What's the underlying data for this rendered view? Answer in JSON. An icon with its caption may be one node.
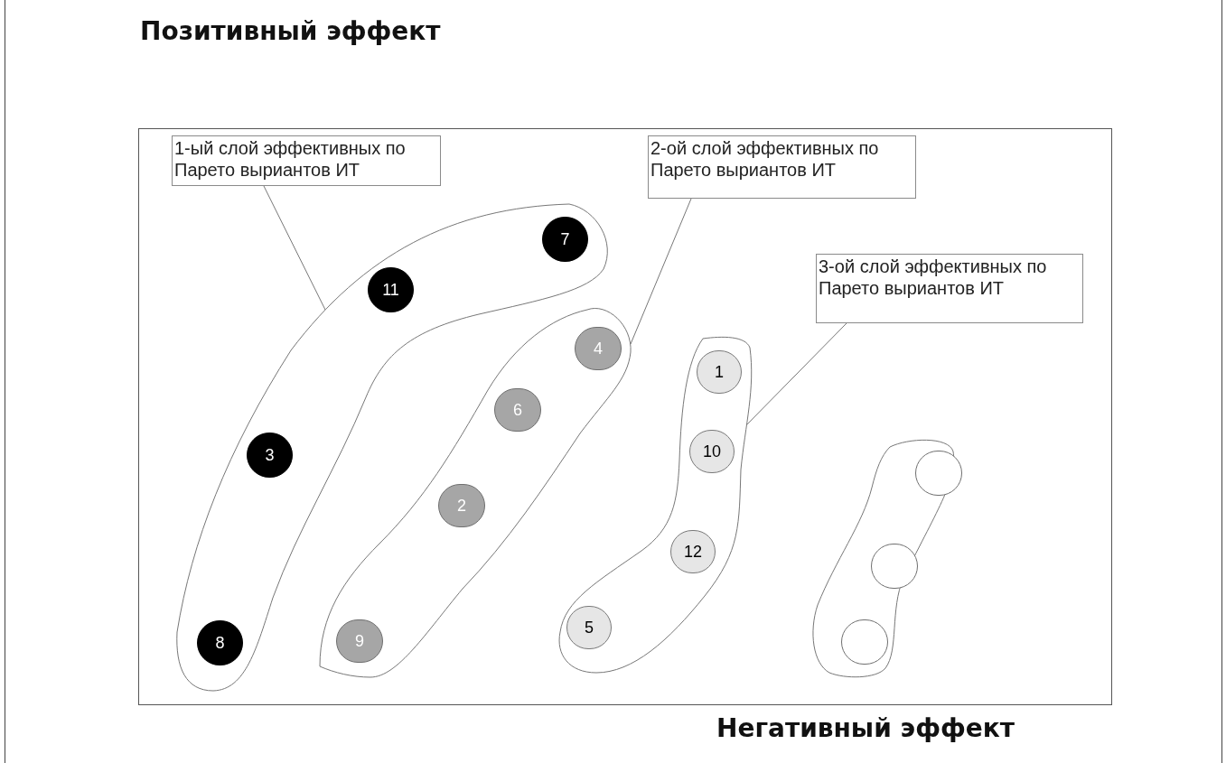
{
  "diagram": {
    "title": "Позитивный эффект",
    "nodes": [
      {
        "text": [
          "1-ый слой эффективных по Парето выриантов ИТ"
        ]
      },
      {
        "text": [
          "2-ой слой эффективных по Парето выриантов ИТ"
        ]
      },
      {
        "text": [
          "3-ой слой эффективных по Парето выриантов ИТ"
        ]
      },
      {
        "text": [],
        "shape": "blob"
      },
      {
        "text": [],
        "shape": "blob"
      },
      {
        "text": [],
        "shape": "blob"
      },
      {
        "text": [],
        "shape": "blob"
      },
      {
        "text": [
          "7"
        ],
        "in": 3
      },
      {
        "text": [
          "11"
        ],
        "in": 3
      },
      {
        "text": [
          "3"
        ],
        "in": 3
      },
      {
        "text": [
          "8"
        ],
        "in": 3
      },
      {
        "text": [
          "4"
        ],
        "in": 4
      },
      {
        "text": [
          "6"
        ],
        "in": 4
      },
      {
        "text": [
          "2"
        ],
        "in": 4
      },
      {
        "text": [
          "9"
        ],
        "in": 4
      },
      {
        "text": [
          "1"
        ],
        "in": 5
      },
      {
        "text": [
          "10"
        ],
        "in": 5
      },
      {
        "text": [
          "12"
        ],
        "in": 5
      },
      {
        "text": [
          "5"
        ],
        "in": 5
      },
      {
        "text": [],
        "shape": "circle",
        "in": 6
      },
      {
        "text": [],
        "shape": "circle",
        "in": 6
      },
      {
        "text": [],
        "shape": "circle",
        "in": 6
      }
    ],
    "edges": [
      {
        "from": 0,
        "to": 3,
        "arrow": "none"
      },
      {
        "from": 1,
        "to": 4,
        "arrow": "none"
      },
      {
        "from": 2,
        "to": 5,
        "arrow": "none"
      }
    ],
    "labels": [
      "Негативный эффект"
    ]
  }
}
